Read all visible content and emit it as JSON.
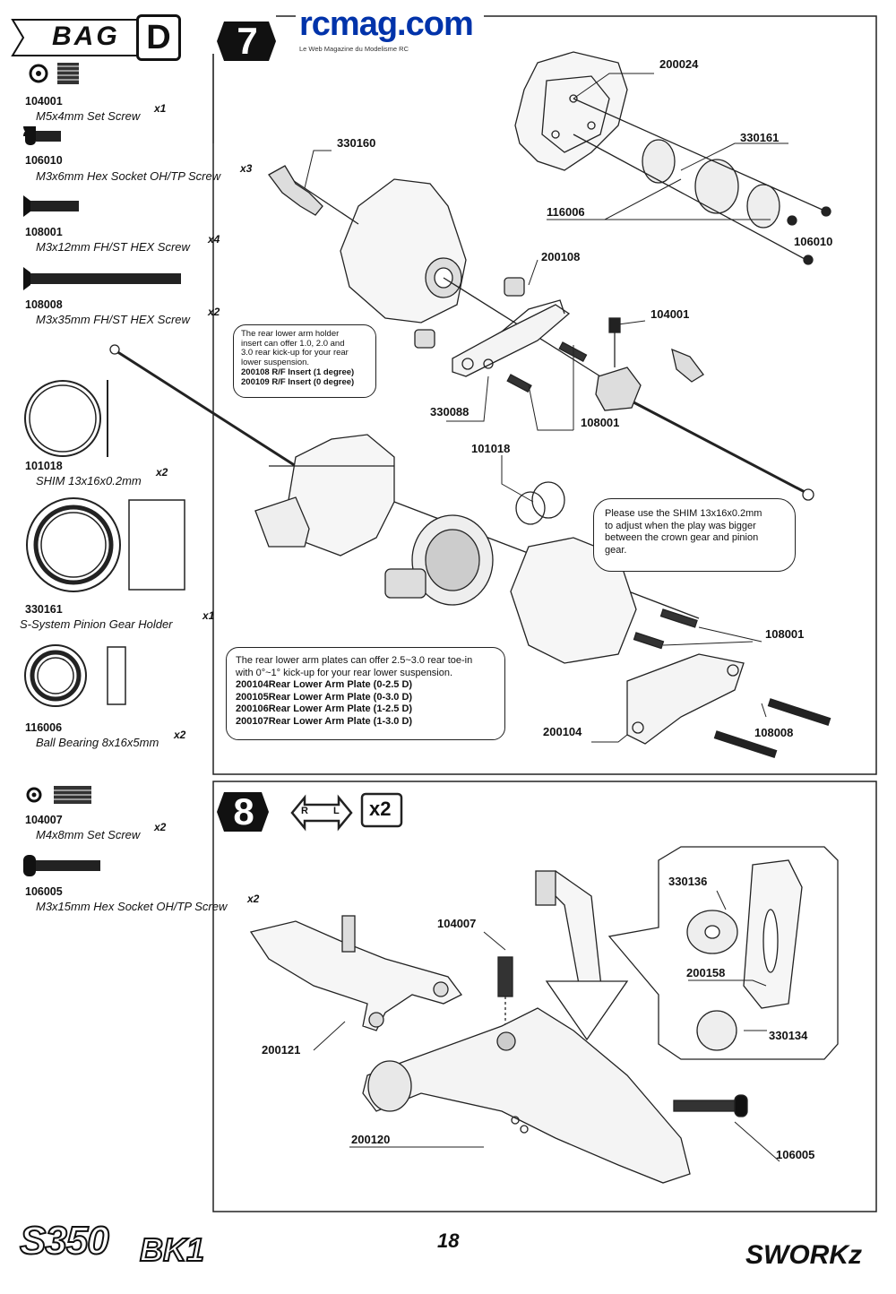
{
  "header": {
    "bag_label": "BAG",
    "bag_letter": "D",
    "logo_text": "rcmag.com",
    "logo_sub": "Le Web Magazine du Modelisme RC"
  },
  "steps": [
    {
      "number": "7"
    },
    {
      "number": "8",
      "side_left": "R",
      "side_right": "L",
      "multiplier": "x2"
    }
  ],
  "parts_step7": [
    {
      "num": "104001",
      "name": "M5x4mm Set Screw",
      "qty": "x1"
    },
    {
      "num": "106010",
      "name": "M3x6mm Hex Socket OH/TP Screw",
      "qty": "x3"
    },
    {
      "num": "108001",
      "name": "M3x12mm FH/ST HEX Screw",
      "qty": "x4"
    },
    {
      "num": "108008",
      "name": "M3x35mm FH/ST HEX Screw",
      "qty": "x2"
    },
    {
      "num": "101018",
      "name": "SHIM 13x16x0.2mm",
      "qty": "x2"
    },
    {
      "num": "330161",
      "name": "S-System Pinion Gear Holder",
      "qty": "x1"
    },
    {
      "num": "116006",
      "name": "Ball Bearing 8x16x5mm",
      "qty": "x2"
    }
  ],
  "parts_step8": [
    {
      "num": "104007",
      "name": "M4x8mm Set Screw",
      "qty": "x2"
    },
    {
      "num": "106005",
      "name": "M3x15mm Hex Socket OH/TP Screw",
      "qty": "x2"
    }
  ],
  "step7_labels": {
    "l200024": "200024",
    "l330161": "330161",
    "l330160": "330160",
    "l116006": "116006",
    "l106010": "106010",
    "l200108": "200108",
    "l104001": "104001",
    "l330088": "330088",
    "l108001a": "108001",
    "l101018": "101018",
    "l108001b": "108001",
    "l200104": "200104",
    "l108008": "108008"
  },
  "callout_insert": {
    "lines": [
      "The rear lower arm holder",
      "insert can offer 1.0, 2.0 and",
      "3.0 rear kick-up for your rear",
      "lower suspension."
    ],
    "bold": [
      "200108 R/F Insert (1 degree)",
      "200109 R/F Insert (0 degree)"
    ]
  },
  "callout_shim": {
    "lines": [
      "Please use the SHIM 13x16x0.2mm",
      "to adjust when the play was bigger",
      "between the crown gear and pinion",
      "gear."
    ]
  },
  "callout_plates": {
    "lines": [
      "The rear lower arm plates can offer 2.5~3.0 rear toe-in",
      "with 0°~1° kick-up for your rear lower suspension."
    ],
    "bold": [
      "200104Rear Lower Arm Plate (0-2.5 D)",
      "200105Rear Lower Arm Plate (0-3.0 D)",
      "200106Rear Lower Arm Plate (1-2.5 D)",
      "200107Rear Lower Arm Plate (1-3.0 D)"
    ]
  },
  "step8_labels": {
    "l104007": "104007",
    "l330136": "330136",
    "l200158": "200158",
    "l330134": "330134",
    "l200121": "200121",
    "l200120": "200120",
    "l106005": "106005"
  },
  "footer": {
    "page_number": "18",
    "model_a": "S350",
    "model_b": "BK1",
    "brand": "SWORKz"
  }
}
